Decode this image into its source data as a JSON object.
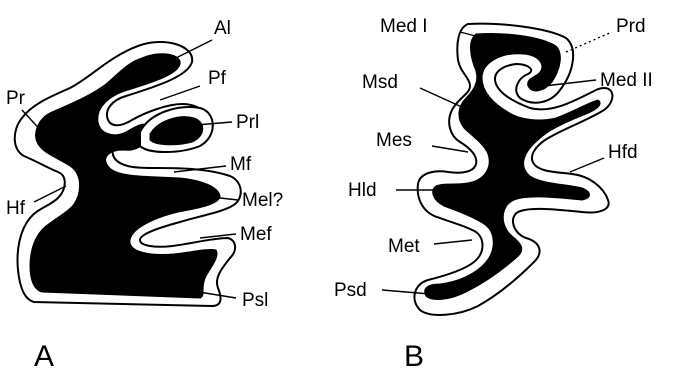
{
  "panels": {
    "a": {
      "letter": "A",
      "labels": {
        "al": "Al",
        "pr": "Pr",
        "pf": "Pf",
        "prl": "Prl",
        "mf": "Mf",
        "hf": "Hf",
        "mel": "Mel?",
        "mef": "Mef",
        "psl": "Psl"
      }
    },
    "b": {
      "letter": "B",
      "labels": {
        "med1": "Med I",
        "prd": "Prd",
        "med2": "Med II",
        "msd": "Msd",
        "mes": "Mes",
        "hfd": "Hfd",
        "hld": "Hld",
        "met": "Met",
        "psd": "Psd"
      }
    }
  },
  "colors": {
    "dentine": "#000000",
    "enamel": "#ffffff",
    "outline": "#000000",
    "background": "#ffffff"
  }
}
